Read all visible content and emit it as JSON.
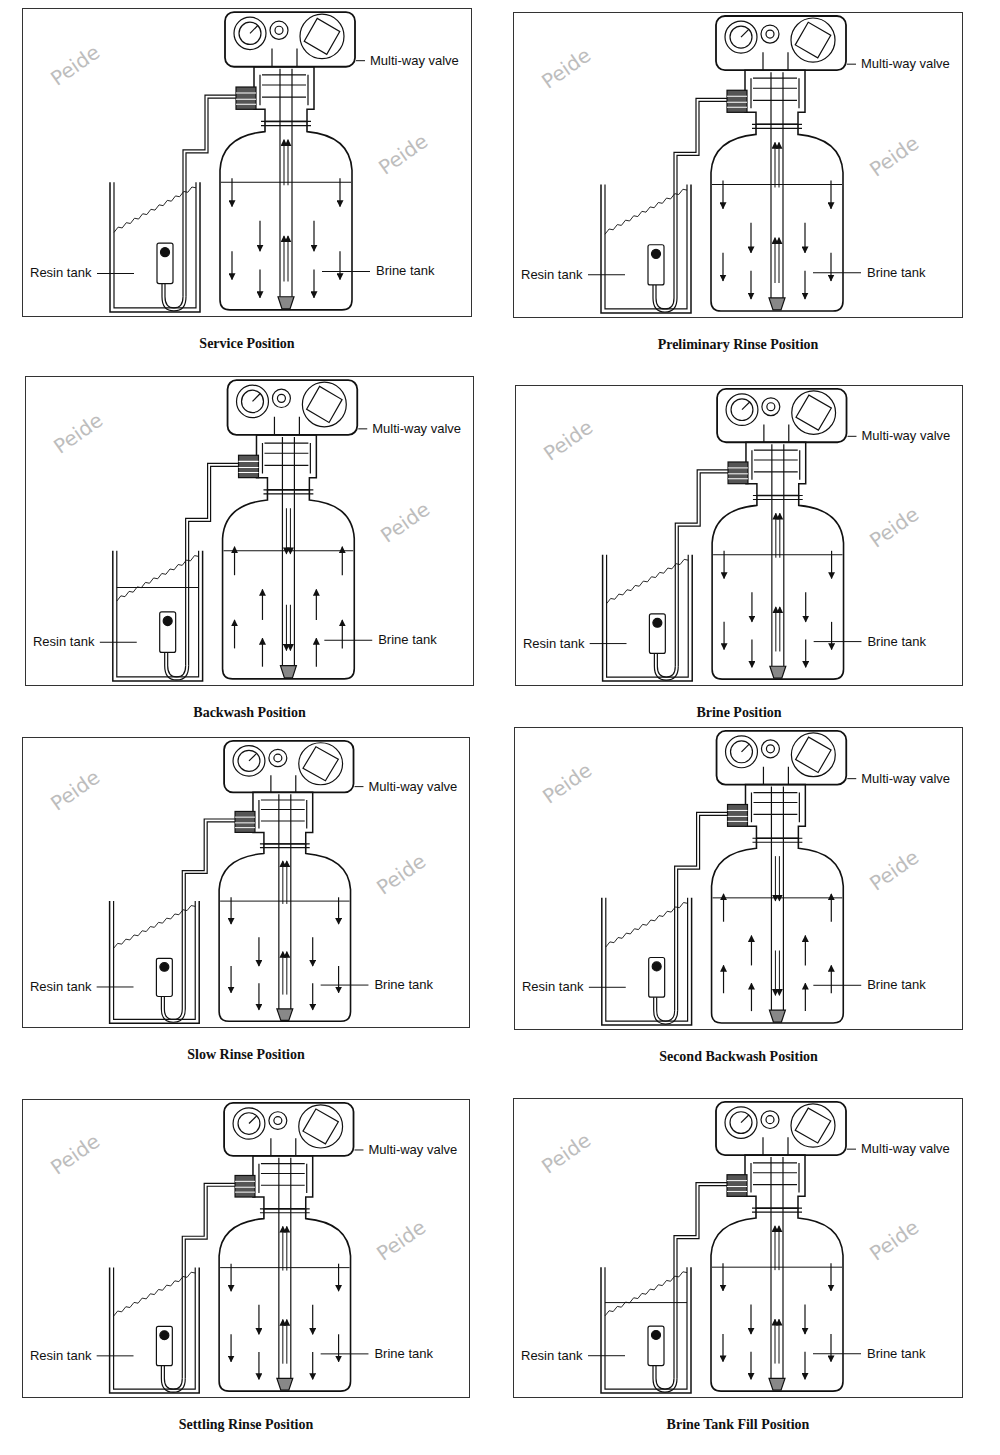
{
  "diagram": {
    "nodes": [
      {
        "text": [
          "Service Position"
        ]
      },
      {
        "text": [
          "Preliminary Rinse Position"
        ]
      },
      {
        "text": [
          "Backwash Position"
        ]
      },
      {
        "text": [
          "Brine Position"
        ]
      },
      {
        "text": [
          "Slow Rinse Position"
        ]
      },
      {
        "text": [
          "Second Backwash Position"
        ]
      },
      {
        "text": [
          "Settling Rinse Position"
        ]
      },
      {
        "text": [
          "Brine Tank Fill Position"
        ]
      }
    ],
    "labels": [
      "Multi-way valve",
      "Resin tank",
      "Brine tank",
      "Peide",
      "Peide",
      "Multi-way valve",
      "Resin tank",
      "Brine tank",
      "Peide",
      "Peide",
      "Multi-way valve",
      "Resin tank",
      "Brine tank",
      "Peide",
      "Peide",
      "Multi-way valve",
      "Resin tank",
      "Brine tank",
      "Peide",
      "Peide",
      "Multi-way valve",
      "Resin tank",
      "Brine tank",
      "Peide",
      "Peide",
      "Multi-way valve",
      "Resin tank",
      "Brine tank",
      "Peide",
      "Peide",
      "Multi-way valve",
      "Resin tank",
      "Brine tank",
      "Peide",
      "Peide",
      "Multi-way valve",
      "Resin tank",
      "Brine tank",
      "Peide",
      "Peide"
    ]
  }
}
